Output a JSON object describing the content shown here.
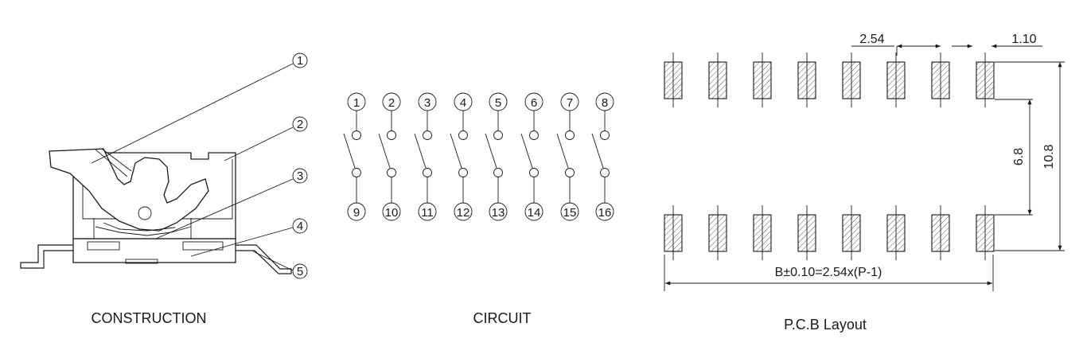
{
  "construction": {
    "caption": "CONSTRUCTION",
    "callouts": [
      "1",
      "2",
      "3",
      "4",
      "5"
    ]
  },
  "circuit": {
    "caption": "CIRCUIT",
    "top_pins": [
      "1",
      "2",
      "3",
      "4",
      "5",
      "6",
      "7",
      "8"
    ],
    "bottom_pins": [
      "9",
      "10",
      "11",
      "12",
      "13",
      "14",
      "15",
      "16"
    ]
  },
  "pcb": {
    "caption": "P.C.B Layout",
    "pitch_label": "2.54",
    "pad_width_label": "1.10",
    "row_gap_label": "6.8",
    "overall_height_label": "10.8",
    "span_formula_label": "B±0.10=2.54x(P-1)",
    "pads_per_row": 8
  }
}
